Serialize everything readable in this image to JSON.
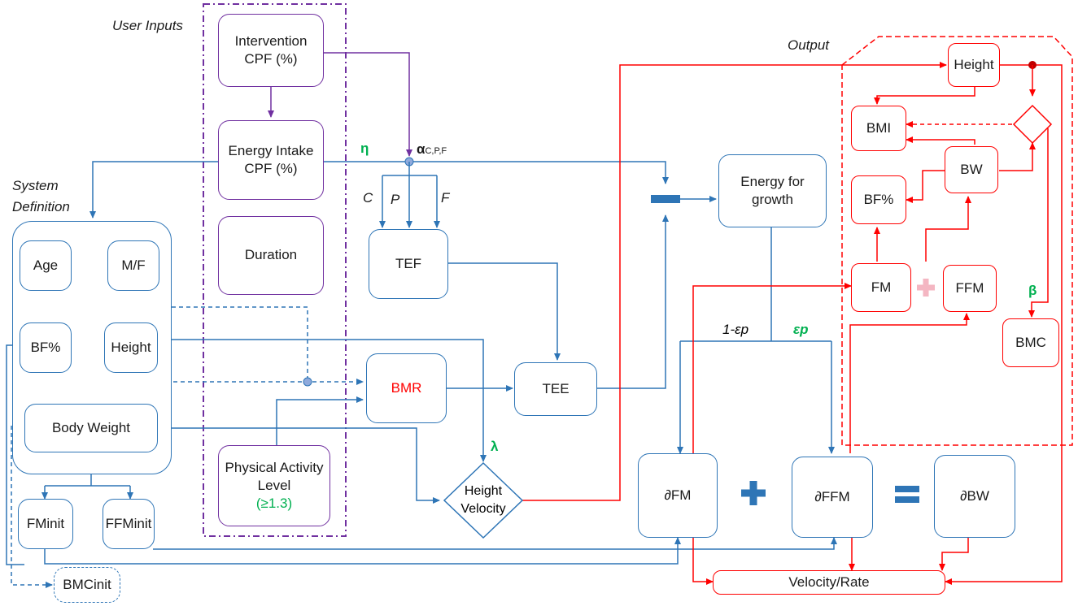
{
  "groups": {
    "user_inputs": "User Inputs",
    "system_definition_line1": "System",
    "system_definition_line2": "Definition",
    "output": "Output"
  },
  "user_inputs": {
    "intervention": [
      "Intervention",
      "CPF (%)"
    ],
    "energy_intake": [
      "Energy Intake",
      "CPF (%)"
    ],
    "duration": "Duration",
    "pal": [
      "Physical Activity",
      "Level"
    ],
    "pal_note": "(≥1.3)"
  },
  "system": {
    "age": "Age",
    "sex": "M/F",
    "bf_pct": "BF%",
    "height": "Height",
    "body_weight": "Body Weight",
    "fm_init": "FMinit",
    "ffm_init": "FFMinit",
    "bmc_init": "BMCinit"
  },
  "process": {
    "tef": "TEF",
    "bmr": "BMR",
    "tee": "TEE",
    "energy_growth": [
      "Energy for",
      "growth"
    ],
    "height_velocity": [
      "Height",
      "Velocity"
    ],
    "d_fm": "∂FM",
    "d_ffm": "∂FFM",
    "d_bw": "∂BW",
    "velocity_rate": "Velocity/Rate"
  },
  "output": {
    "height": "Height",
    "bmi": "BMI",
    "bw": "BW",
    "bf_pct": "BF%",
    "fm": "FM",
    "ffm": "FFM",
    "bmc": "BMC"
  },
  "symbols": {
    "eta": "η",
    "alpha": "α",
    "alpha_sub": "C,P,F",
    "c": "C",
    "p": "P",
    "f": "F",
    "lambda": "λ",
    "beta": "β",
    "one_minus_ep": "1-εp",
    "ep": "εp"
  },
  "colors": {
    "blue": "#2E75B6",
    "purple": "#7030A0",
    "red": "#FF0000",
    "green": "#00B050",
    "plus_pink": "#F4B6C2"
  }
}
